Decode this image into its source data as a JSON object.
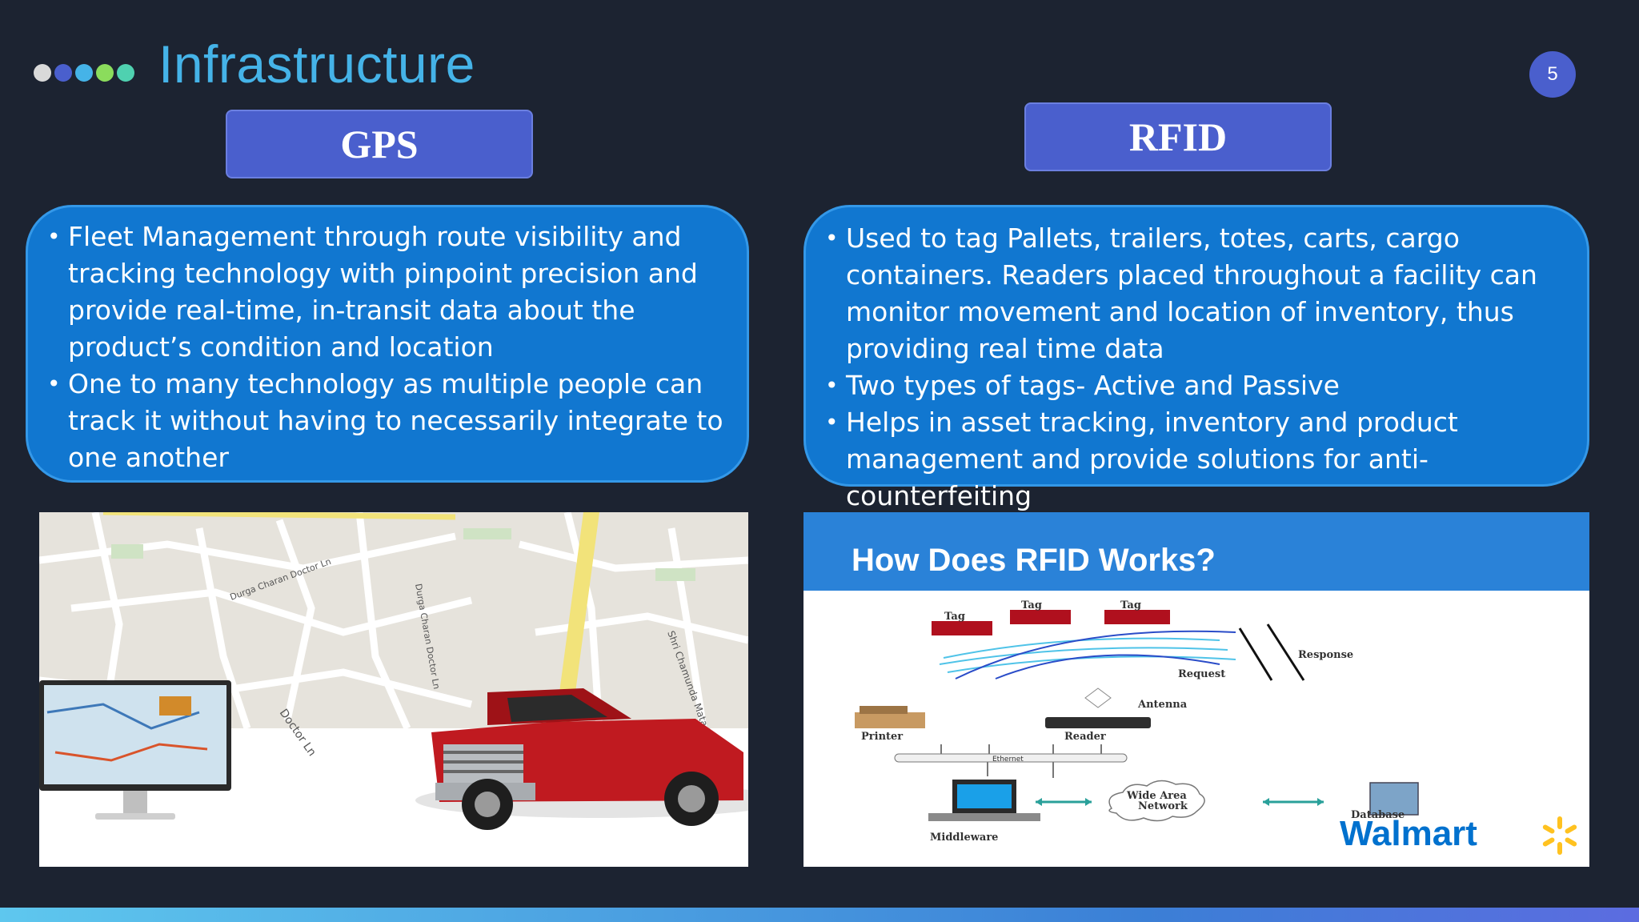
{
  "slide": {
    "title": "Infrastructure",
    "page_number": "5",
    "dot_colors": [
      "#d9d9d9",
      "#4a5fcd",
      "#45b3e8",
      "#8bdc5c",
      "#4fd1b0"
    ]
  },
  "gps": {
    "heading": "GPS",
    "bullets": [
      "Fleet Management through route visibility and tracking technology with pinpoint precision and provide real-time, in-transit data about the product’s condition and location",
      "One to many technology as multiple people can track it without having to necessarily integrate to one another"
    ],
    "map_labels": [
      "Doctor Ln",
      "Durga Charan Doctor Ln",
      "Durga Charan Doctor Ln",
      "Shri Chamunda Mata Rd"
    ]
  },
  "rfid": {
    "heading": "RFID",
    "bullets": [
      "Used to tag Pallets, trailers, totes, carts, cargo containers. Readers placed throughout a facility can monitor movement and location of inventory, thus providing real time data",
      "Two types of tags- Active and Passive",
      "Helps in asset tracking, inventory and product management and provide solutions for anti-counterfeiting"
    ],
    "diagram": {
      "title": "How Does RFID Works?",
      "tags": [
        "Tag",
        "Tag",
        "Tag"
      ],
      "response": "Response",
      "request": "Request",
      "antenna": "Antenna",
      "printer": "Printer",
      "reader": "Reader",
      "ethernet": "Ethernet",
      "middleware": "Middleware",
      "wan": [
        "Wide Area",
        "Network"
      ],
      "database": "Database",
      "brand": "Walmart"
    }
  },
  "colors": {
    "background": "#1c2331",
    "accent": "#4a5fcd",
    "panel": "#1177d0",
    "title": "#45b3e8",
    "walmart_blue": "#0071ce",
    "walmart_yellow": "#ffc220"
  }
}
